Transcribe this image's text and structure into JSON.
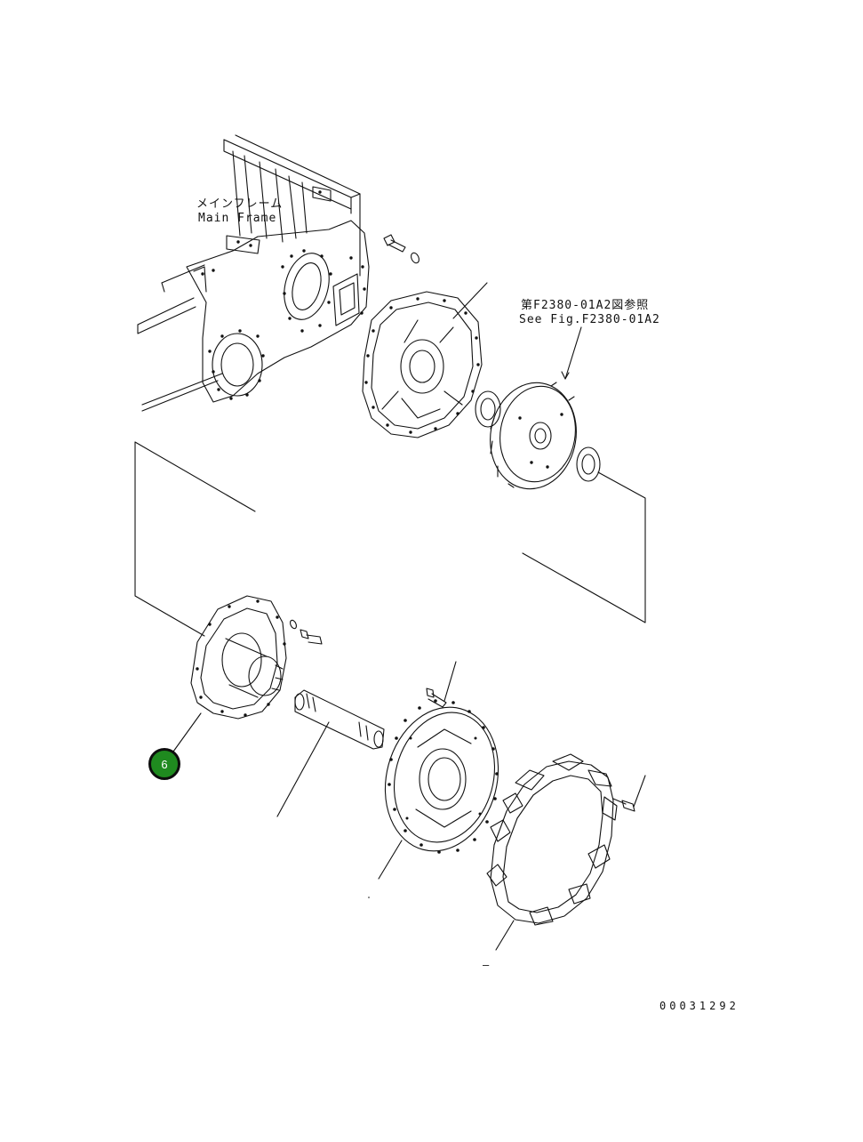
{
  "labels": {
    "main_frame_jp": "メインフレーム",
    "main_frame_en": "Main Frame",
    "see_fig_jp": "第F2380-01A2図参照",
    "see_fig_en": "See Fig.F2380-01A2",
    "doc_number": "00031292",
    "dash_mark": "–"
  },
  "callouts": [
    {
      "number": "6"
    }
  ],
  "colors": {
    "callout_fill": "#1f8a1f",
    "callout_border": "#0d0d0d",
    "line": "#111111"
  }
}
